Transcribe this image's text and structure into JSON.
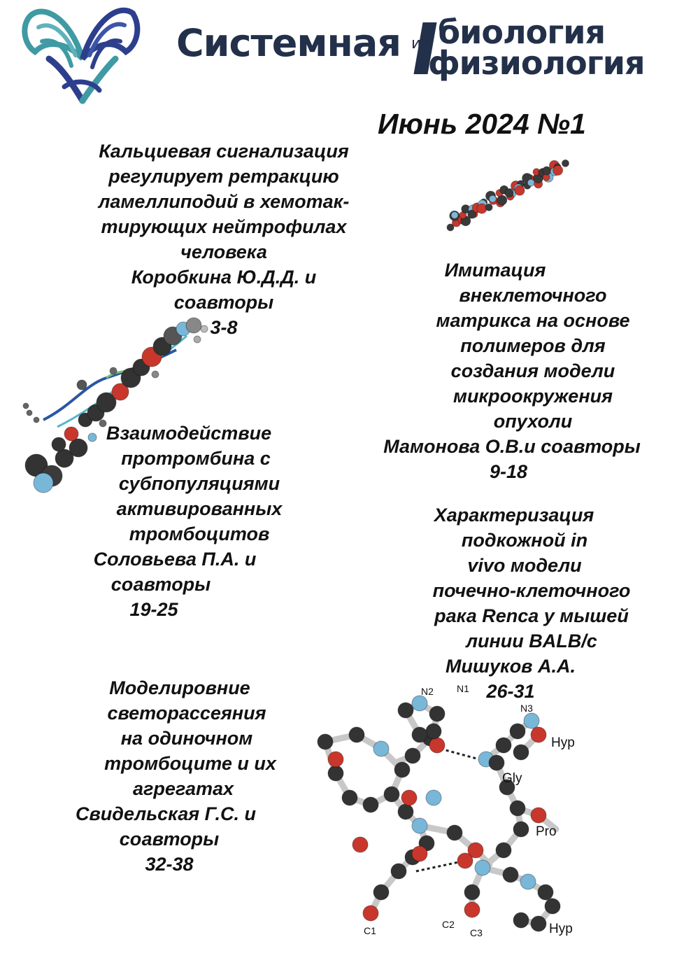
{
  "masthead": {
    "word1": "Системная",
    "conjunction": "и",
    "word2": "биология",
    "word3": "физиология",
    "colors": {
      "title": "#23304a",
      "bar": "#23304a",
      "logo_teal": "#3f9aa3",
      "logo_navy": "#2d3f8c"
    }
  },
  "issue": "Июнь 2024 №1",
  "articles": [
    {
      "title_lines": [
        "Кальциевая сигнализация",
        "регулирует ретракцию",
        "ламеллиподий в хемотак-",
        "тирующих нейтрофилах",
        "человека"
      ],
      "authors_lines": [
        "Коробкина Ю.Д.Д. и",
        "соавторы"
      ],
      "pages": "3-8"
    },
    {
      "title_lines": [
        "Имитация",
        "внеклеточного",
        "матрикса на основе",
        "полимеров для",
        "создания модели",
        "микроокружения",
        "опухоли"
      ],
      "authors_lines": [
        "Мамонова О.В.и соавторы"
      ],
      "pages": "9-18"
    },
    {
      "title_lines": [
        "Взаимодействие",
        "протромбина с",
        "субпопуляциями",
        "активированных",
        "тромбоцитов"
      ],
      "authors_lines": [
        "Соловьева П.А. и",
        "соавторы"
      ],
      "pages": "19-25"
    },
    {
      "title_lines": [
        "Характеризация",
        "подкожной in",
        "vivo модели",
        "почечно-клеточного",
        "рака Renca у мышей",
        "линии BALB/c"
      ],
      "authors_lines": [
        "Мишуков А.А."
      ],
      "pages": "26-31"
    },
    {
      "title_lines": [
        "Моделировние",
        "светорассеяния",
        "на одиночном",
        "тромбоците и их",
        "агрегатах"
      ],
      "authors_lines": [
        "Свидельская Г.С. и",
        "соавторы"
      ],
      "pages": "32-38"
    }
  ],
  "figure_labels": {
    "n1": "N1",
    "n2": "N2",
    "n3": "N3",
    "hyp_top": "Hyp",
    "gly": "Gly",
    "pro": "Pro",
    "hyp_bottom": "Hyp",
    "c1": "C1",
    "c2": "C2",
    "c3": "C3"
  }
}
